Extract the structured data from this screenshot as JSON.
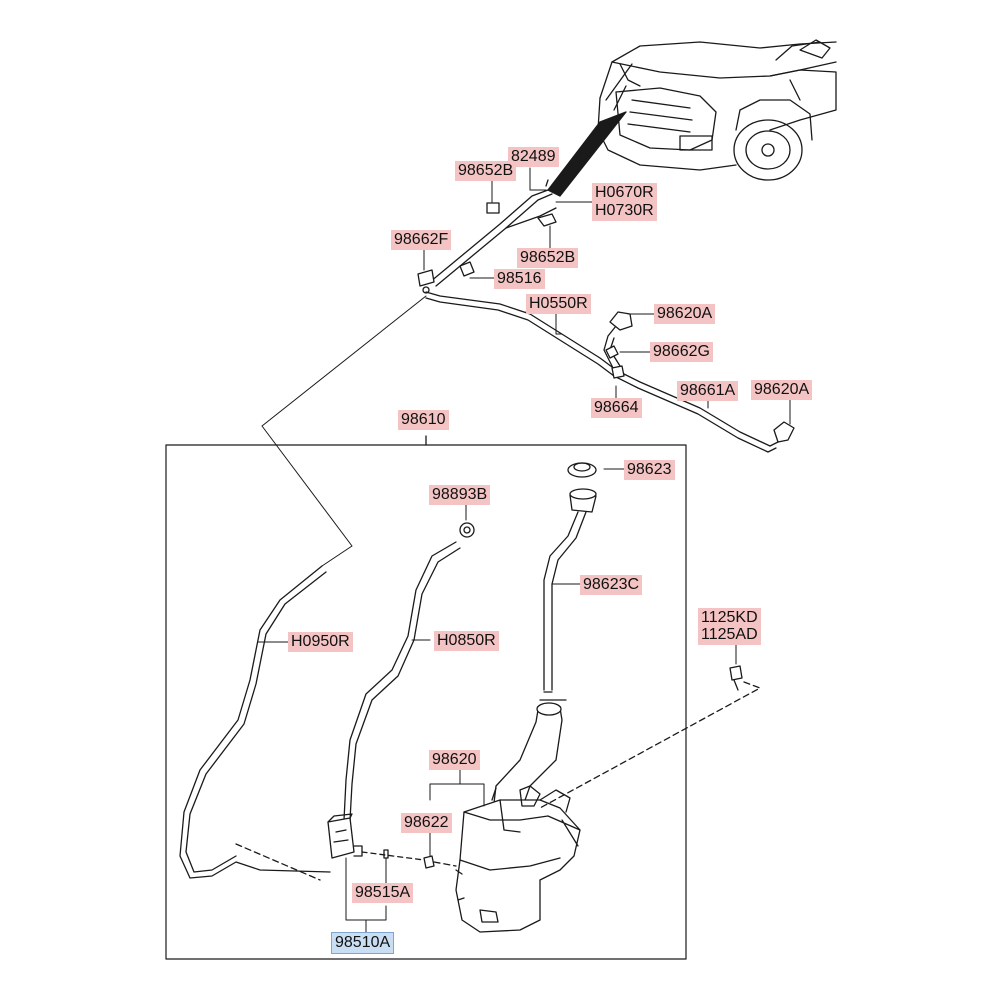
{
  "colors": {
    "label_highlight": "#f4c4c4",
    "selected_highlight": "#c9def3",
    "line": "#1a1a1a"
  },
  "labels": {
    "p82489": "82489",
    "p98652B_top": "98652B",
    "h0670r": "H0670R",
    "h0730r": "H0730R",
    "p98662F": "98662F",
    "p98652B_mid": "98652B",
    "p98516": "98516",
    "h0550r": "H0550R",
    "p98620A_1": "98620A",
    "p98662G": "98662G",
    "p98664": "98664",
    "p98661A": "98661A",
    "p98620A_2": "98620A",
    "p98610": "98610",
    "p98623": "98623",
    "p98893B": "98893B",
    "p98623C": "98623C",
    "p1125KD": "1125KD",
    "p1125AD": "1125AD",
    "h0950r": "H0950R",
    "h0850r": "H0850R",
    "p98620": "98620",
    "p98622": "98622",
    "p98515A": "98515A",
    "p98510A": "98510A"
  }
}
